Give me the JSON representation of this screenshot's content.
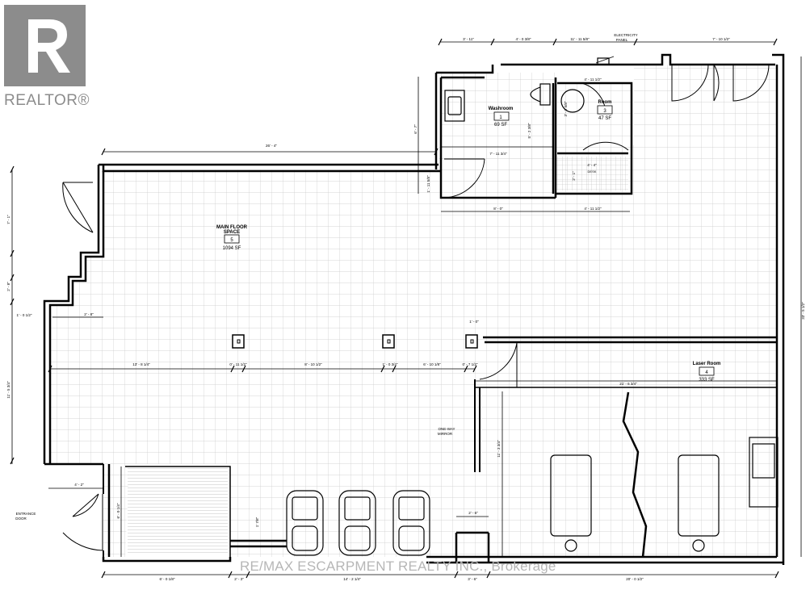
{
  "branding": {
    "logo_text": "REALTOR®",
    "watermark": "RE/MAX ESCARPMENT REALTY INC., Brokerage"
  },
  "rooms": {
    "main": {
      "name_line1": "MAIN FLOOR",
      "name_line2": "SPACE",
      "number": "5",
      "area": "1094 SF"
    },
    "washroom": {
      "name": "Washroom",
      "number": "1",
      "area": "69 SF"
    },
    "room": {
      "name": "Room",
      "number": "3",
      "area": "47 SF"
    },
    "laser": {
      "name": "Laser Room",
      "number": "4",
      "area": "333 SF"
    }
  },
  "labels": {
    "electricity_panel_1": "ELECTRICITY",
    "electricity_panel_2": "PANEL",
    "one_way_mirror_1": "ONE-WAY",
    "one_way_mirror_2": "MIRROR",
    "entrance_door_1": "ENTRANCE",
    "entrance_door_2": "DOOR",
    "desk": "DESK"
  },
  "dimensions": {
    "top_1": "3' - 11\"",
    "top_2": "4' - 0 3/8\"",
    "top_3": "11' - 11 5/8\"",
    "top_4": "7' - 10 1/2\"",
    "upper_wall": "26' - 4\"",
    "wash_height": "6' - 7\"",
    "wash_inner_height": "5' - 2 3/8\"",
    "room_width": "4' - 11 1/2\"",
    "room_height": "3' - 2 5/8\"",
    "corridor_top": "7' - 11 3/4\"",
    "closet_width": "4' - 4\"",
    "closet_height": "2' - 1\"",
    "stub_height": "1' - 11 5/8\"",
    "wash_bottom": "8' - 0\"",
    "room_bottom": "4' - 11 1/2\"",
    "left_1": "7' - 1\"",
    "left_2": "2' - 8\"",
    "left_3": "1' - 0 1/2\"",
    "left_4": "11' - 5 3/4\"",
    "step_width": "2' - 8\"",
    "column_size": "1' - 0\"",
    "col_row_1": "13' - 8 1/4\"",
    "col_row_2": "0' - 11 1/2\"",
    "col_row_3": "8' - 10 1/2\"",
    "col_row_4": "1' - 0 3/4\"",
    "col_row_5": "6' - 10 1/8\"",
    "col_row_6": "0' - 7 1/2\"",
    "laser_width": "21' - 6 3/4\"",
    "laser_height": "11' - 3 3/4\"",
    "right_height": "33' - 5 1/2\"",
    "entrance_width": "4' - 2\"",
    "entrance_height": "6' - 0 1/4\"",
    "stub_small": "1' 7/8\"",
    "bottom_1": "6' - 0 1/8\"",
    "bottom_2": "2' - 3\"",
    "bottom_3": "14' - 2 1/4\"",
    "bottom_4": "3' - 6\"",
    "bottom_5": "20' - 0 1/2\"",
    "stub_bottom": "2' - 6\""
  }
}
